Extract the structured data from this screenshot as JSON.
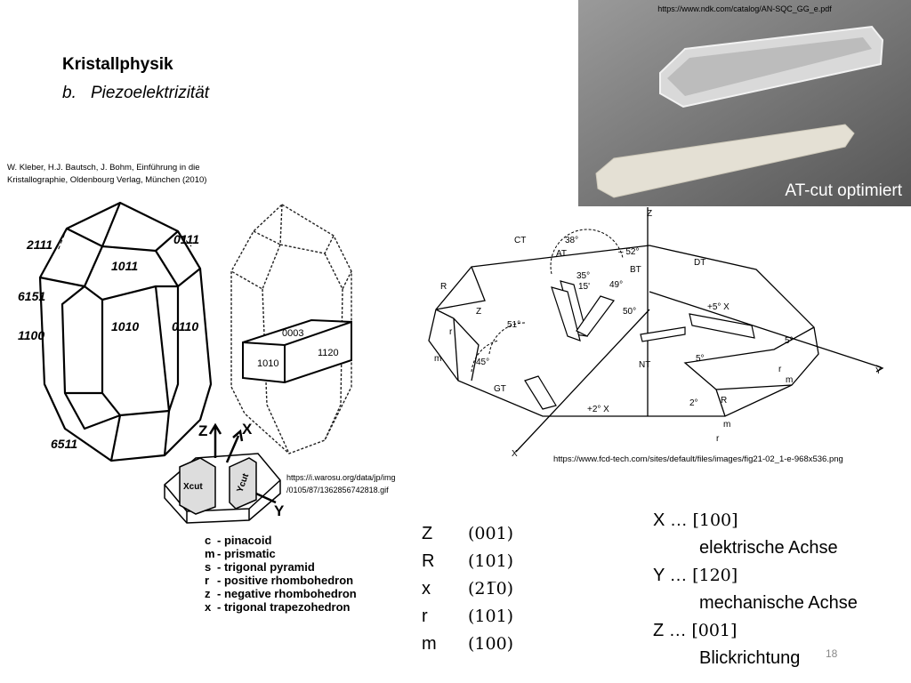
{
  "header": {
    "title": "Kristallphysik",
    "subtitle_num": "b.",
    "subtitle": "Piezoelektrizität"
  },
  "refs": {
    "book_line1": "W. Kleber, H.J. Bautsch, J. Bohm, Einführung in die",
    "book_line2": "Kristallographie, Oldenbourg Verlag, München (2010)",
    "ndk_url": "https://www.ndk.com/catalog/AN-SQC_GG_e.pdf",
    "warosu_line1": "https://i.warosu.org/data/jp/img",
    "warosu_line2": "/0105/87/1362856742818.gif",
    "fcd_url": "https://www.fcd-tech.com/sites/default/files/images/fig21-02_1-e-968x536.png"
  },
  "photo": {
    "caption": "AT-cut optimiert"
  },
  "crystal1": {
    "labels": [
      "2111",
      "0111",
      "1011",
      "6151",
      "1010",
      "0110",
      "1100",
      "6511"
    ]
  },
  "crystal2": {
    "labels": [
      "0003",
      "1010",
      "1120"
    ]
  },
  "cut_diagram": {
    "z": "Z",
    "x": "X",
    "y": "Y",
    "xcut": "Xcut",
    "ycut": "Ycut"
  },
  "cuts_diagram": {
    "labels": {
      "z": "Z",
      "ct": "CT",
      "at": "AT",
      "bt": "BT",
      "dt": "DT",
      "r_upper": "R",
      "z_face": "Z",
      "r_small": "r",
      "m_left": "m",
      "gt": "GT",
      "nt": "NT",
      "x_axis": "X",
      "y_axis": "Y",
      "r_lower": "R",
      "m_right": "m",
      "r_right": "r",
      "m_bottom": "m",
      "r_bottom": "r",
      "plus5x": "+5° X",
      "plus2x": "+2° X",
      "a38": "38°",
      "a52": "– 52°",
      "a35": "35°",
      "a15": "15'",
      "a49": "49°",
      "a50": "50°",
      "a51": "51°",
      "a45": "45°",
      "a5a": "5°",
      "a5b": "5°",
      "a2": "2°"
    }
  },
  "legend": [
    {
      "k": "c",
      "v": "- pinacoid"
    },
    {
      "k": "m",
      "v": "- prismatic"
    },
    {
      "k": "s",
      "v": "- trigonal pyramid"
    },
    {
      "k": "r",
      "v": "- positive rhombohedron"
    },
    {
      "k": "z",
      "v": "- negative rhombohedron"
    },
    {
      "k": "x",
      "v": "- trigonal trapezohedron"
    }
  ],
  "faces": [
    {
      "k": "Z",
      "v": "(001)"
    },
    {
      "k": "R",
      "v": "(101)"
    },
    {
      "k": "x",
      "v": "(21̅0)"
    },
    {
      "k": "r",
      "v": "(101)"
    },
    {
      "k": "m",
      "v": "(100)"
    }
  ],
  "axes": {
    "x_label": "X … ",
    "x_dir": "[100]",
    "x_name": "elektrische Achse",
    "y_label": "Y … ",
    "y_dir": "[120]",
    "y_name": "mechanische Achse",
    "z_label": "Z … ",
    "z_dir": "[001]",
    "z_name": "Blickrichtung"
  },
  "page_number": "18"
}
